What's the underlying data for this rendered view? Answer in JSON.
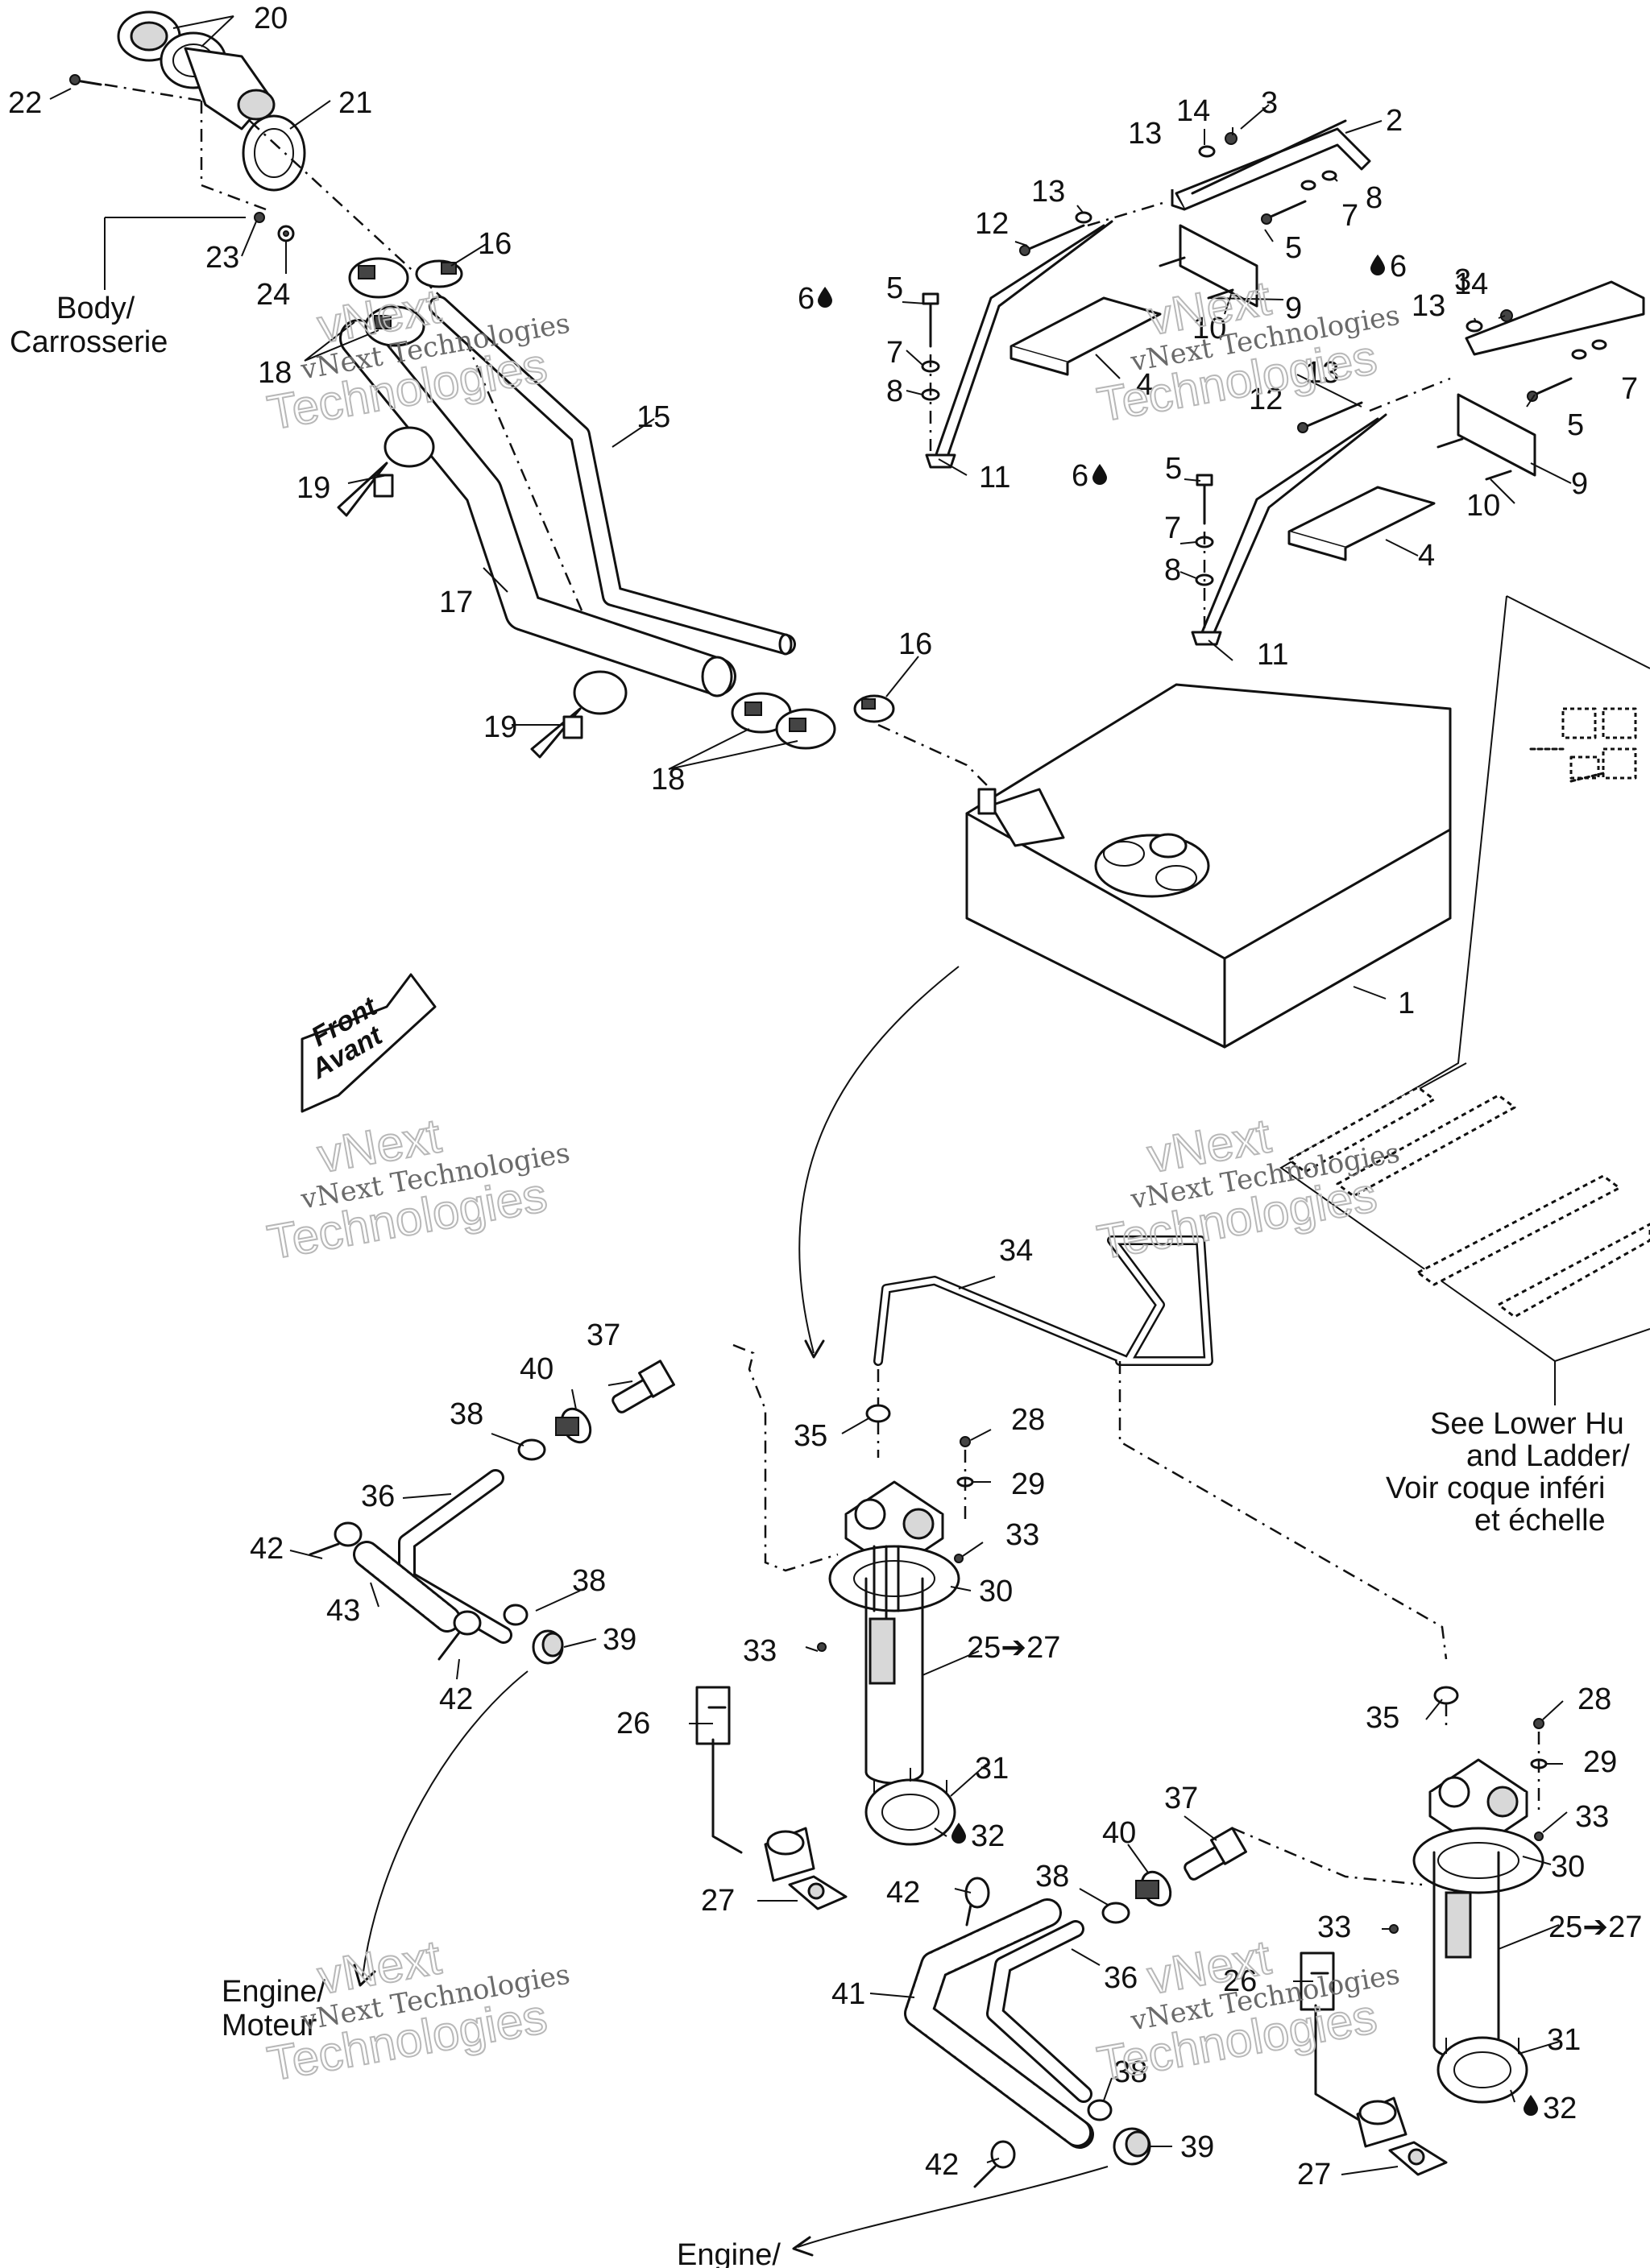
{
  "callouts": {
    "n1": "1",
    "n2": "2",
    "n3a": "3",
    "n3b": "3",
    "n4a": "4",
    "n4b": "4",
    "n5a": "5",
    "n5b": "5",
    "n5c": "5",
    "n5d": "5",
    "n6a": "6",
    "n6b": "6",
    "n6c": "6",
    "n7a": "7",
    "n7b": "7",
    "n7c": "7",
    "n7d": "7",
    "n8a": "8",
    "n8b": "8",
    "n8c": "8",
    "n9a": "9",
    "n9b": "9",
    "n10a": "10",
    "n10b": "10",
    "n11a": "11",
    "n11b": "11",
    "n12a": "12",
    "n12b": "12",
    "n13a": "13",
    "n13b": "13",
    "n13c": "13",
    "n13d": "13",
    "n14a": "14",
    "n14b": "14",
    "n15": "15",
    "n16a": "16",
    "n16b": "16",
    "n17": "17",
    "n18a": "18",
    "n18b": "18",
    "n19a": "19",
    "n19b": "19",
    "n20": "20",
    "n21": "21",
    "n22": "22",
    "n23": "23",
    "n24": "24",
    "n25a": "25➔27",
    "n25b": "25➔27",
    "n26a": "26",
    "n26b": "26",
    "n27a": "27",
    "n27b": "27",
    "n28a": "28",
    "n28b": "28",
    "n29a": "29",
    "n29b": "29",
    "n30a": "30",
    "n30b": "30",
    "n31a": "31",
    "n31b": "31",
    "n32a": "32",
    "n32b": "32",
    "n33a": "33",
    "n33b": "33",
    "n33c": "33",
    "n33d": "33",
    "n34": "34",
    "n35a": "35",
    "n35b": "35",
    "n36a": "36",
    "n36b": "36",
    "n37a": "37",
    "n37b": "37",
    "n38a": "38",
    "n38b": "38",
    "n38c": "38",
    "n38d": "38",
    "n39a": "39",
    "n39b": "39",
    "n40a": "40",
    "n40b": "40",
    "n41": "41",
    "n42a": "42",
    "n42b": "42",
    "n42c": "42",
    "n42d": "42",
    "n43": "43"
  },
  "notes": {
    "body_line1": "Body/",
    "body_line2": "Carrosserie",
    "engine1_line1": "Engine/",
    "engine1_line2": "Moteur",
    "engine2_line1": "Engine/",
    "hull_line1": "See Lower Hu",
    "hull_line2": "and Ladder/",
    "hull_line3": "Voir coque inféri",
    "hull_line4": "et échelle"
  },
  "front_arrow": {
    "line1": "Front",
    "line2": "Avant"
  },
  "watermark": {
    "line1": "vNext Technologies",
    "line2": "vNext",
    "line3": "Technologies"
  },
  "icons": {
    "drop": "oil-drop-icon"
  }
}
